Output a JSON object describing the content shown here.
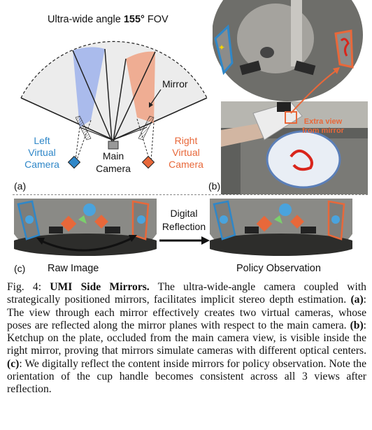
{
  "panel_a": {
    "title_prefix": "Ultra-wide angle ",
    "title_bold": "155°",
    "title_suffix": " FOV",
    "mirror_label": "Mirror",
    "main_camera_line1": "Main",
    "main_camera_line2": "Camera",
    "left_virtual_line1": "Left",
    "left_virtual_line2": "Virtual",
    "left_virtual_line3": "Camera",
    "right_virtual_line1": "Right",
    "right_virtual_line2": "Virtual",
    "right_virtual_line3": "Camera",
    "panel_label": "(a)"
  },
  "panel_b": {
    "extra_view_line1": "Extra view",
    "extra_view_line2": "from mirror",
    "panel_label": "(b)"
  },
  "panel_c": {
    "panel_label": "(c)",
    "raw_image_label": "Raw Image",
    "digital_line1": "Digital",
    "digital_line2": "Reflection",
    "policy_label": "Policy Observation"
  },
  "colors": {
    "blue": "#2f87c8",
    "blue_fill": "#9fb3ec",
    "orange": "#e8683a",
    "orange_fill": "#f0a284",
    "fov_fill": "#ececec"
  },
  "caption": {
    "fig_label": "Fig. 4:",
    "fig_title": "UMI Side Mirrors.",
    "intro": "The ultra-wide-angle camera coupled with strategically positioned mirrors, facilitates implicit stereo depth estimation.",
    "a_marker": "(a)",
    "a_text": ": The view through each mirror effectively creates two virtual cameras, whose poses are reflected along the mirror planes with respect to the main camera.",
    "b_marker": "(b)",
    "b_text": ": Ketchup on the plate, occluded from the main camera view, is visible inside the right mirror, proving that mirrors simulate cameras with different optical centers.",
    "c_marker": "(c)",
    "c_text": ": We digitally reflect the content inside mirrors for policy observation. Note the orientation of the cup handle becomes consistent across all 3 views after reflection."
  }
}
